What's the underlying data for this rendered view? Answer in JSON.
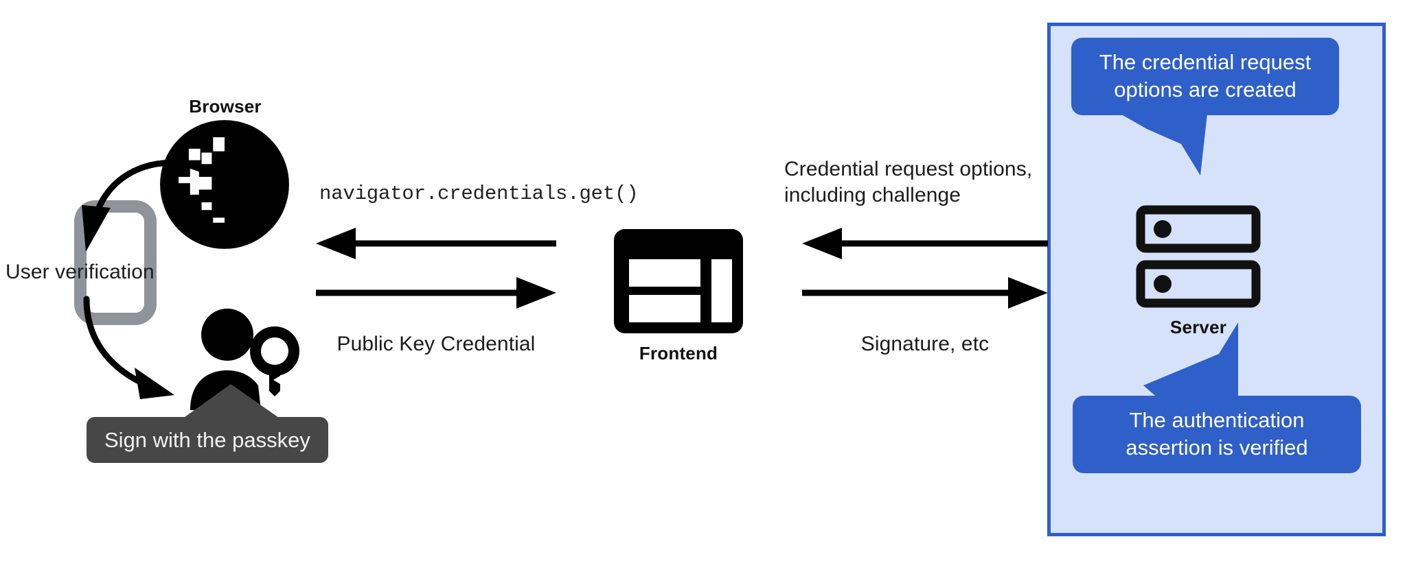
{
  "diagram": {
    "title": "WebAuthn passkey authentication flow",
    "colors": {
      "server_region_fill": "#d5e2fa",
      "server_region_border": "#2d5fd0",
      "callout_blue": "#2f5fc9",
      "tooltip_gray": "#474747",
      "phone_gray": "#8e9499",
      "ink": "#111111",
      "page_background": "#ffffff"
    }
  },
  "browser": {
    "label": "Browser",
    "icon": "globe-icon"
  },
  "phone": {
    "icon": "smartphone-icon",
    "annotation": "User verification"
  },
  "user": {
    "icon": "person-with-key-icon",
    "tooltip": "Sign with the passkey"
  },
  "frontend": {
    "label": "Frontend",
    "icon": "browser-window-icon"
  },
  "server": {
    "label": "Server",
    "icon": "server-racks-icon",
    "callout_top": "The credential request\noptions are created",
    "callout_bottom": "The authentication\nassertion is verified"
  },
  "flows": {
    "browser_to_frontend": {
      "request_label": "navigator.credentials.get()",
      "response_label": "Public Key Credential",
      "request_direction": "left",
      "response_direction": "right"
    },
    "frontend_to_server": {
      "request_label": "Credential request options,\nincluding challenge",
      "response_label": "Signature, etc",
      "request_direction": "left",
      "response_direction": "right"
    }
  }
}
